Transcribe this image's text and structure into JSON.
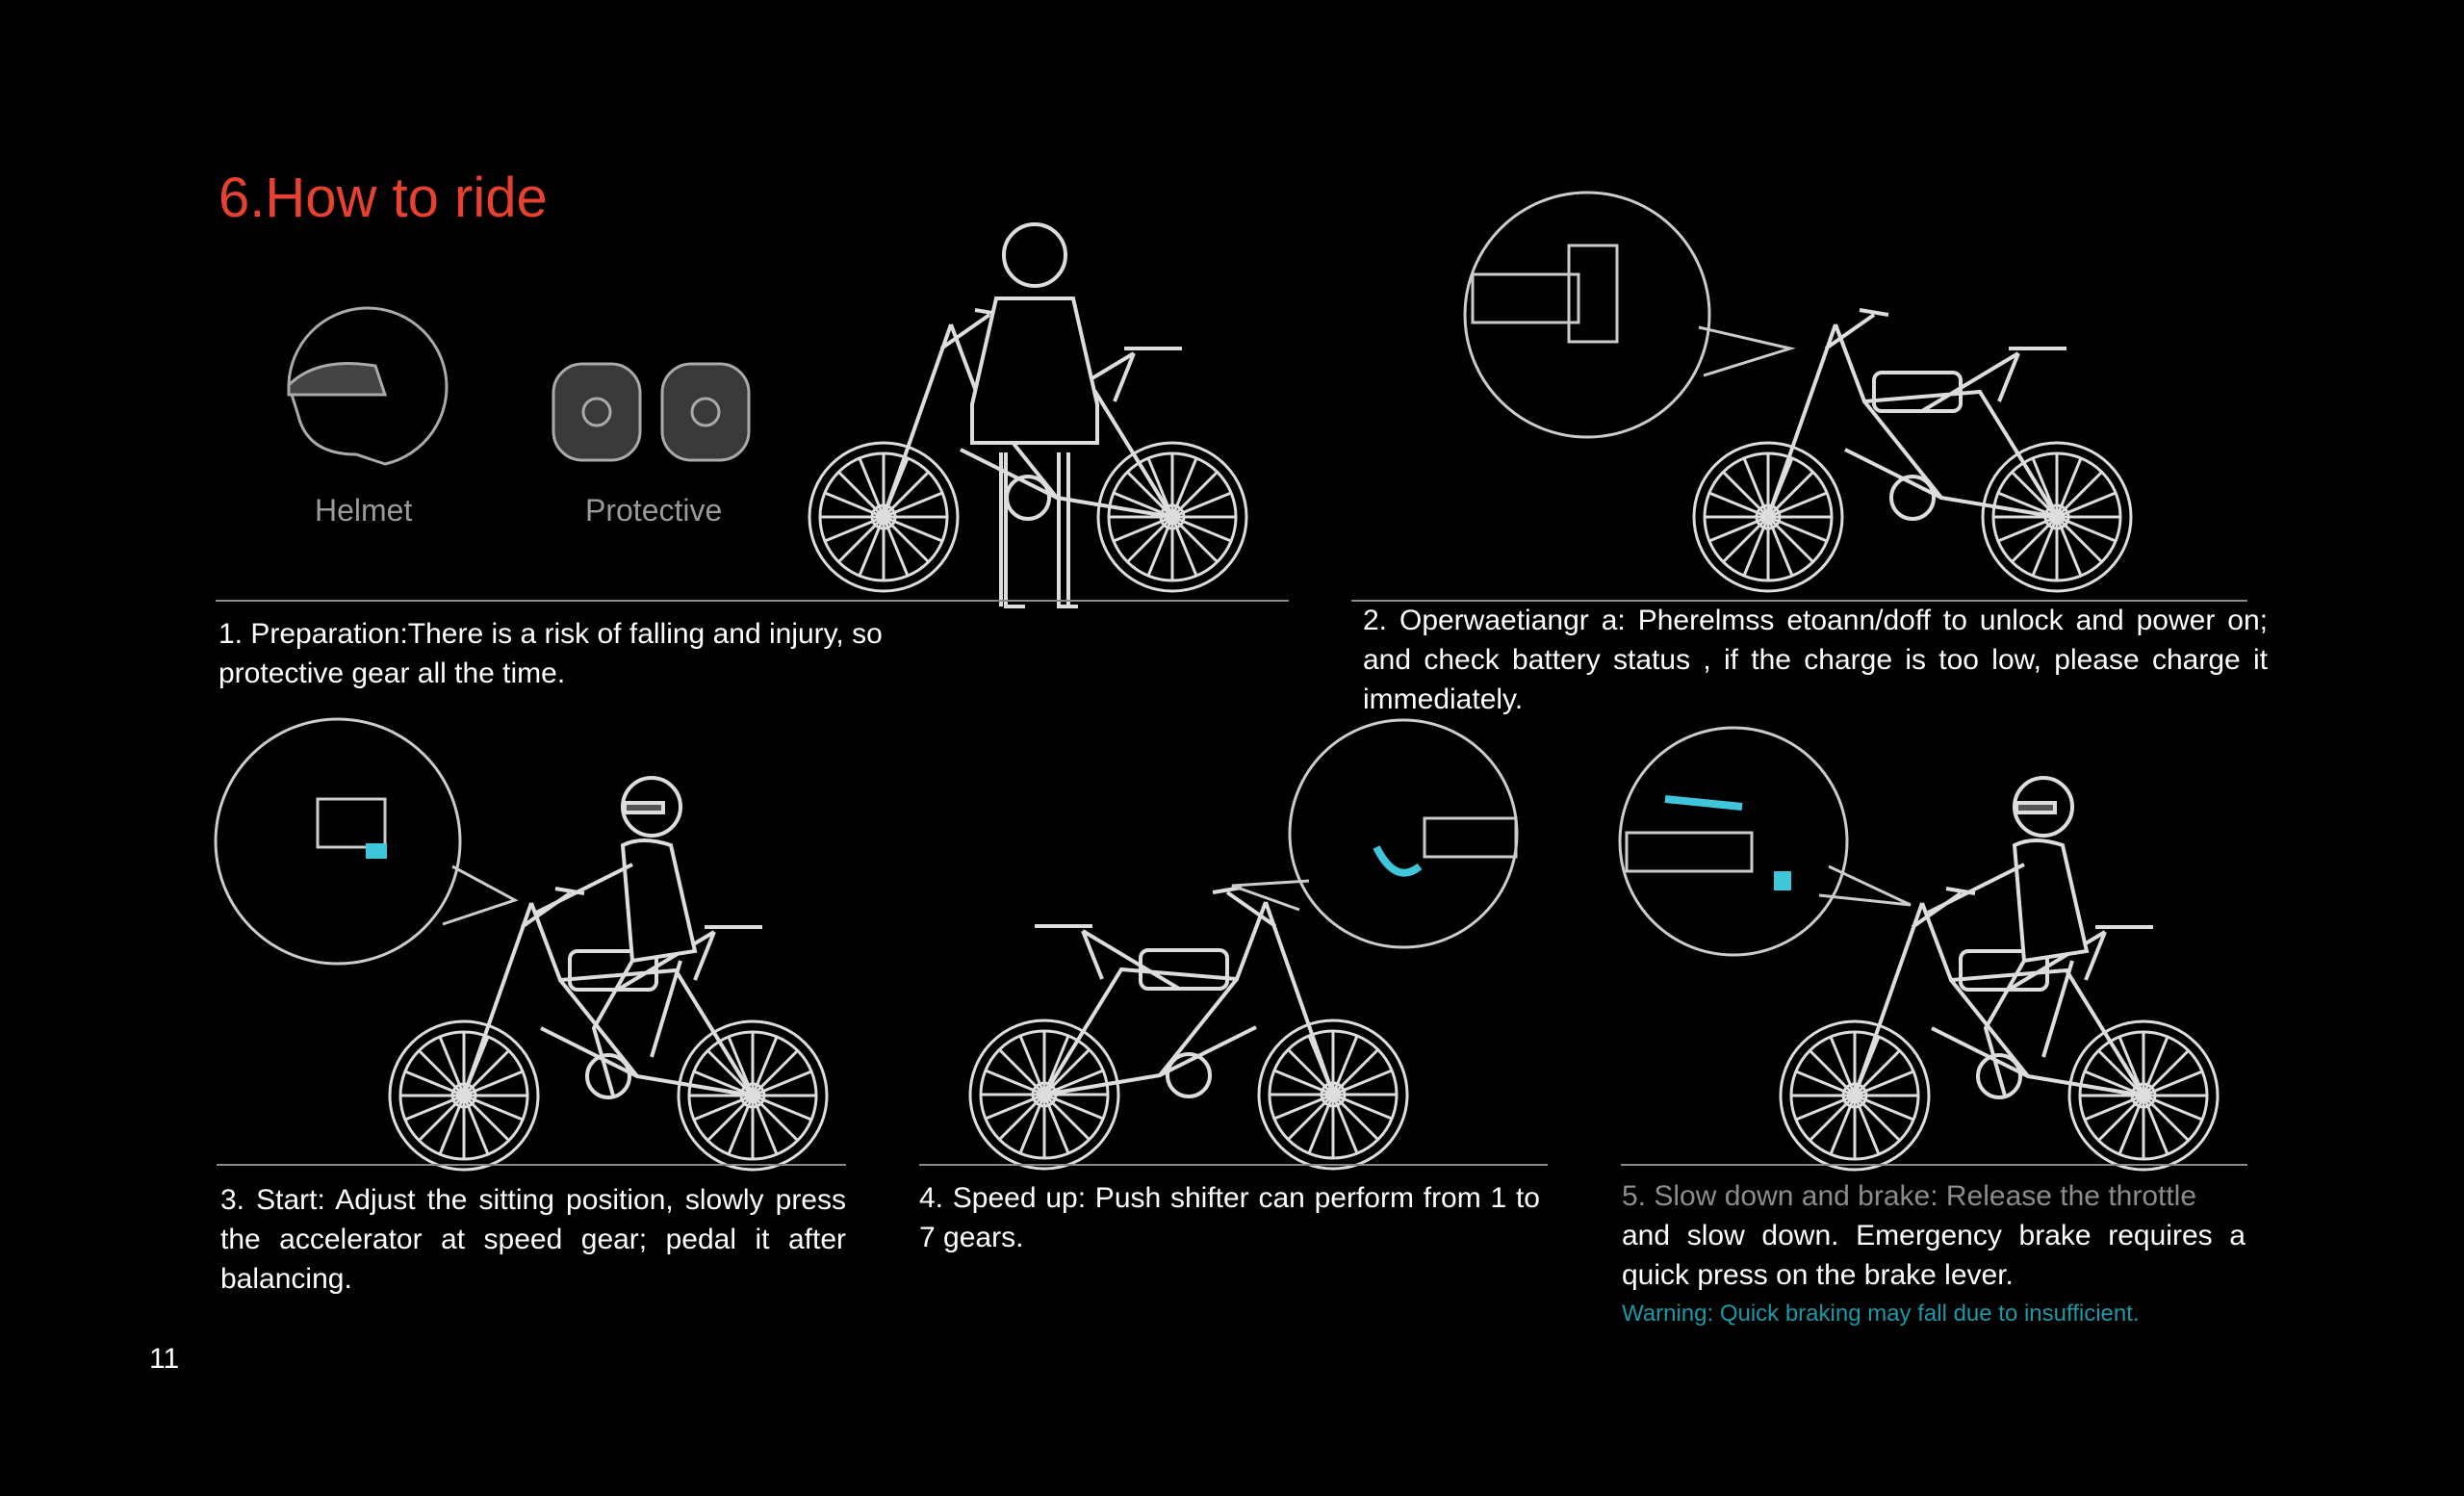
{
  "section_title": "6.How to ride",
  "gear": {
    "helmet_label": "Helmet",
    "protective_label": "Protective"
  },
  "steps": [
    {
      "text": "1. Preparation:There is a risk of falling and injury, so protective gear all the time."
    },
    {
      "text": "2. Operwaetiangr a: Pherelmss etoann/doff to unlock  and power on; and check  battery  status , if the charge  is  too low, please  charge  it immediately."
    },
    {
      "text": "3. Start: Adjust the sitting position, slowly press the accelerator at speed gear; pedal it after balancing."
    },
    {
      "text": "4. Speed up: Push shifter can perform from 1 to 7 gears."
    },
    {
      "text_gray": "5. Slow down and brake: Release the throttle",
      "text": "and slow down. Emergency brake requires a quick press on the brake lever.",
      "warning": "Warning: Quick braking may fall due to insufficient."
    }
  ],
  "page_number": "11",
  "colors": {
    "title": "#e8412f",
    "highlight": "#3fc6da",
    "warning": "#1a9aa8"
  }
}
